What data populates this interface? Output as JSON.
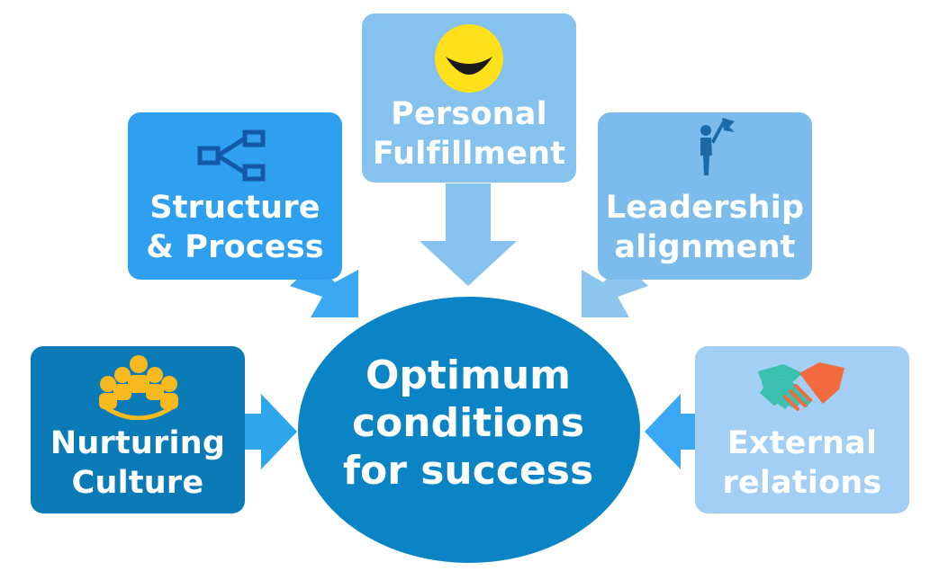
{
  "diagram": {
    "center": {
      "label": "Optimum\nconditions\nfor success",
      "color": "#0a84c4"
    },
    "nodes": [
      {
        "id": "personal-fulfillment",
        "label": "Personal\nFulfillment",
        "color": "#86c2ee",
        "icon": "smiley-face-icon"
      },
      {
        "id": "structure-process",
        "label": "Structure\n& Process",
        "color": "#2f9ff0",
        "icon": "hierarchy-icon"
      },
      {
        "id": "leadership-alignment",
        "label": "Leadership\nalignment",
        "color": "#7bbcec",
        "icon": "flag-bearer-icon"
      },
      {
        "id": "nurturing-culture",
        "label": "Nurturing\nCulture",
        "color": "#0b7bb8",
        "icon": "team-group-icon"
      },
      {
        "id": "external-relations",
        "label": "External\nrelations",
        "color": "#a3cff4",
        "icon": "handshake-icon"
      }
    ],
    "arrow_colors": {
      "top": "#86c2ee",
      "upper_left": "#3aa8f2",
      "upper_right": "#8cc5ee",
      "left": "#2ea6ec",
      "right": "#3aa8f2"
    }
  }
}
